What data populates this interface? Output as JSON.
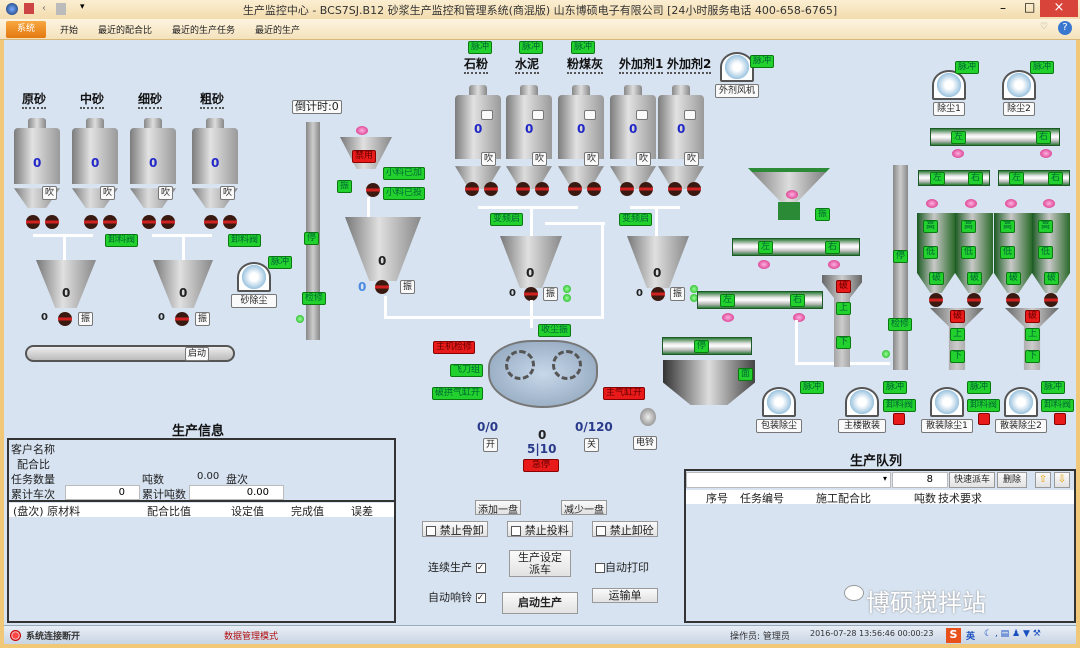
{
  "window": {
    "title": "生产监控中心 - BCS7SJ.B12 砂浆生产监控和管理系统(商混版) 山东博硕电子有限公司 [24小时服务电话 400-658-6765]",
    "minimize": "–",
    "maximize": "□",
    "close": "×"
  },
  "ribbon": {
    "system": "系统",
    "tabs": [
      "开始",
      "最近的配合比",
      "最近的生产任务",
      "最近的生产"
    ]
  },
  "common": {
    "blow": "吹",
    "vibrate": "振",
    "pulse": "脉冲",
    "freq_start": "变频启",
    "unload_valve": "卸料阀",
    "left": "左",
    "right": "右",
    "stop": "停",
    "repair": "检修",
    "up": "上",
    "down": "下",
    "high": "高",
    "low": "低",
    "break": "破",
    "surface": "面"
  },
  "aggregate": {
    "silos": [
      {
        "label": "原砂",
        "value": "0"
      },
      {
        "label": "中砂",
        "value": "0"
      },
      {
        "label": "细砂",
        "value": "0"
      },
      {
        "label": "粗砂",
        "value": "0"
      }
    ],
    "hoppers": [
      {
        "value": "0",
        "reading": "0"
      },
      {
        "value": "0",
        "reading": "0"
      }
    ],
    "sand_dust": "砂除尘",
    "belt_start": "启动"
  },
  "countdown": "倒计时:0",
  "small_material": {
    "disabled": "禁用",
    "added": "小料已加",
    "dropped": "小料已投",
    "hopper_value": "0",
    "reading": "0"
  },
  "powder": {
    "silos": [
      {
        "label": "石粉",
        "value": "0"
      },
      {
        "label": "水泥",
        "value": "0"
      },
      {
        "label": "粉煤灰",
        "value": "0"
      },
      {
        "label": "外加剂1",
        "value": "0"
      },
      {
        "label": "外加剂2",
        "value": "0"
      }
    ],
    "hoppers": [
      {
        "value": "0",
        "reading": "0"
      },
      {
        "value": "0",
        "reading": "0"
      }
    ],
    "additive_fan": "外剂风机"
  },
  "mixer": {
    "dust_vibrate": "收尘振",
    "host_repair": "主机检修",
    "fly_knife": "飞刀组",
    "arch_cylinder": "破拱气缸开",
    "main_cylinder": "主气缸开",
    "left_count": "0/0",
    "open": "开",
    "center_value": "0",
    "batch": "5|10",
    "emergency": "急停",
    "right_count": "0/120",
    "close": "关",
    "bell": "电铃"
  },
  "right": {
    "dust1": "除尘1",
    "dust2": "除尘2",
    "pack_dust": "包装除尘",
    "main_bulk": "主楼散装",
    "bulk_dust1": "散装除尘1",
    "bulk_dust2": "散装除尘2"
  },
  "production_info": {
    "title": "生产信息",
    "customer_label": "客户名称",
    "mix_label": "配合比",
    "task_qty_label": "任务数量",
    "tons_label": "吨数",
    "tons_value": "0.00",
    "batch_label": "盘次",
    "cum_trips_label": "累计车次",
    "cum_trips_value": "0",
    "cum_tons_label": "累计吨数",
    "cum_tons_value": "0.00",
    "columns": [
      "(盘次) 原材料",
      "配合比值",
      "设定值",
      "完成值",
      "误差"
    ]
  },
  "controls": {
    "add_batch": "添加一盘",
    "reduce_batch": "减少一盘",
    "forbid_agg": "禁止骨卸",
    "forbid_feed": "禁止投料",
    "forbid_unload": "禁止卸砼",
    "continuous": "连续生产",
    "settings_l1": "生产设定",
    "settings_l2": "派车",
    "auto_print": "自动打印",
    "auto_bell": "自动响铃",
    "start": "启动生产",
    "waybill": "运输单"
  },
  "queue": {
    "title": "生产队列",
    "count": "8",
    "quick_dispatch": "快速派车",
    "delete": "删除",
    "columns": [
      "序号",
      "任务编号",
      "施工配合比",
      "吨数",
      "技术要求"
    ]
  },
  "watermark": "博硕搅拌站",
  "status": {
    "connection": "系统连接断开",
    "mode": "数据管理模式",
    "operator": "操作员: 管理员",
    "datetime": "2016-07-28 13:56:46  00:00:23",
    "ime": "英"
  },
  "colors": {
    "green": "#22d12e",
    "red": "#e81a1a",
    "bg": "#d7e3f1"
  }
}
